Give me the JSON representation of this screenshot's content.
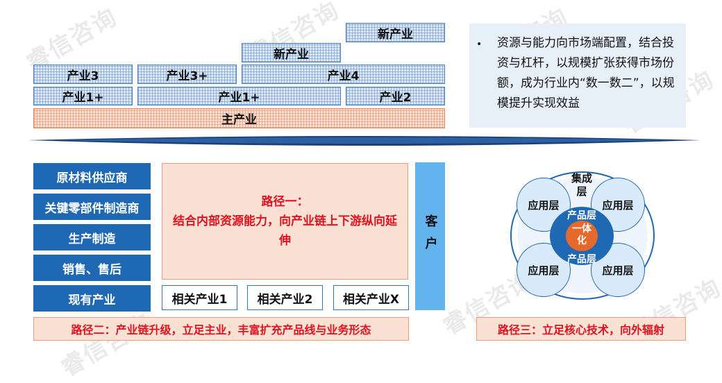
{
  "watermark": "睿信咨询",
  "top": {
    "new_industry_1": "新产业",
    "new_industry_2": "新产业",
    "industry_3": "产业3",
    "industry_3plus": "产业3+",
    "industry_4": "产业4",
    "industry_1plus_a": "产业1+",
    "industry_1plus_b": "产业1+",
    "industry_2": "产业2",
    "main_industry": "主产业"
  },
  "panel": {
    "bullet": "•",
    "text": "资源与能力向市场端配置，结合投资与杠杆，以规模扩张获得市场份额，成为行业内“数一数二”，以规模提升实现效益"
  },
  "chain": {
    "items": [
      "原材料供应商",
      "关键零部件制造商",
      "生产制造",
      "销售、售后",
      "现有产业"
    ],
    "route1_title": "路径一：",
    "route1_text": "结合内部资源能力，向产业链上下游纵向延伸",
    "related": [
      "相关产业1",
      "相关产业2",
      "相关产业X"
    ],
    "customer": "客户",
    "route2": "路径二：产业链升级，立足主业，丰富扩充产品线与业务形态"
  },
  "ring": {
    "integration_layer": "集成层",
    "product_layer_top": "产品层",
    "product_layer_bottom": "产品层",
    "center": "一体化",
    "application_layers": [
      "应用层",
      "应用层",
      "应用层",
      "应用层"
    ],
    "route3": "路径三：立足核心技术，向外辐射"
  },
  "colors": {
    "chain_blue": "#1f68b4",
    "customer_blue": "#62b3ee",
    "route_red": "#e0121f",
    "route_bg": "#fbe1d4",
    "center_orange": "#e4692a",
    "arrow_navy": "#1b3f78"
  }
}
